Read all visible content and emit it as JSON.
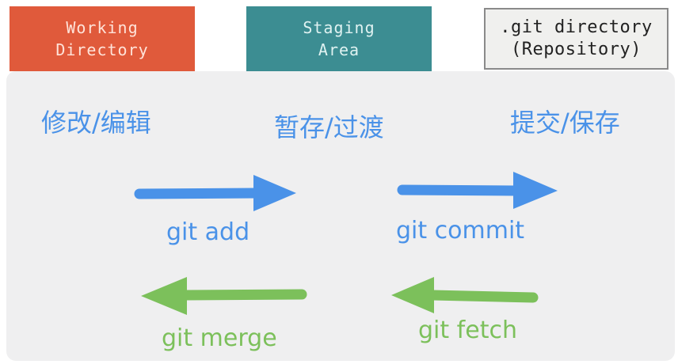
{
  "boxes": {
    "working_line1": "Working",
    "working_line2": "Directory",
    "staging_line1": "Staging",
    "staging_line2": "Area",
    "repo_line1": ".git directory",
    "repo_line2": "(Repository)"
  },
  "stages": {
    "working": "修改/编辑",
    "staging": "暂存/过渡",
    "repo": "提交/保存"
  },
  "commands": {
    "add": "git add",
    "commit": "git commit",
    "merge": "git merge",
    "fetch": "git fetch"
  },
  "colors": {
    "working_box": "#e05a3b",
    "staging_box": "#3c8d92",
    "repo_box": "#f0f0ee",
    "forward_arrow": "#4a92e8",
    "backward_arrow": "#7cc05b"
  }
}
